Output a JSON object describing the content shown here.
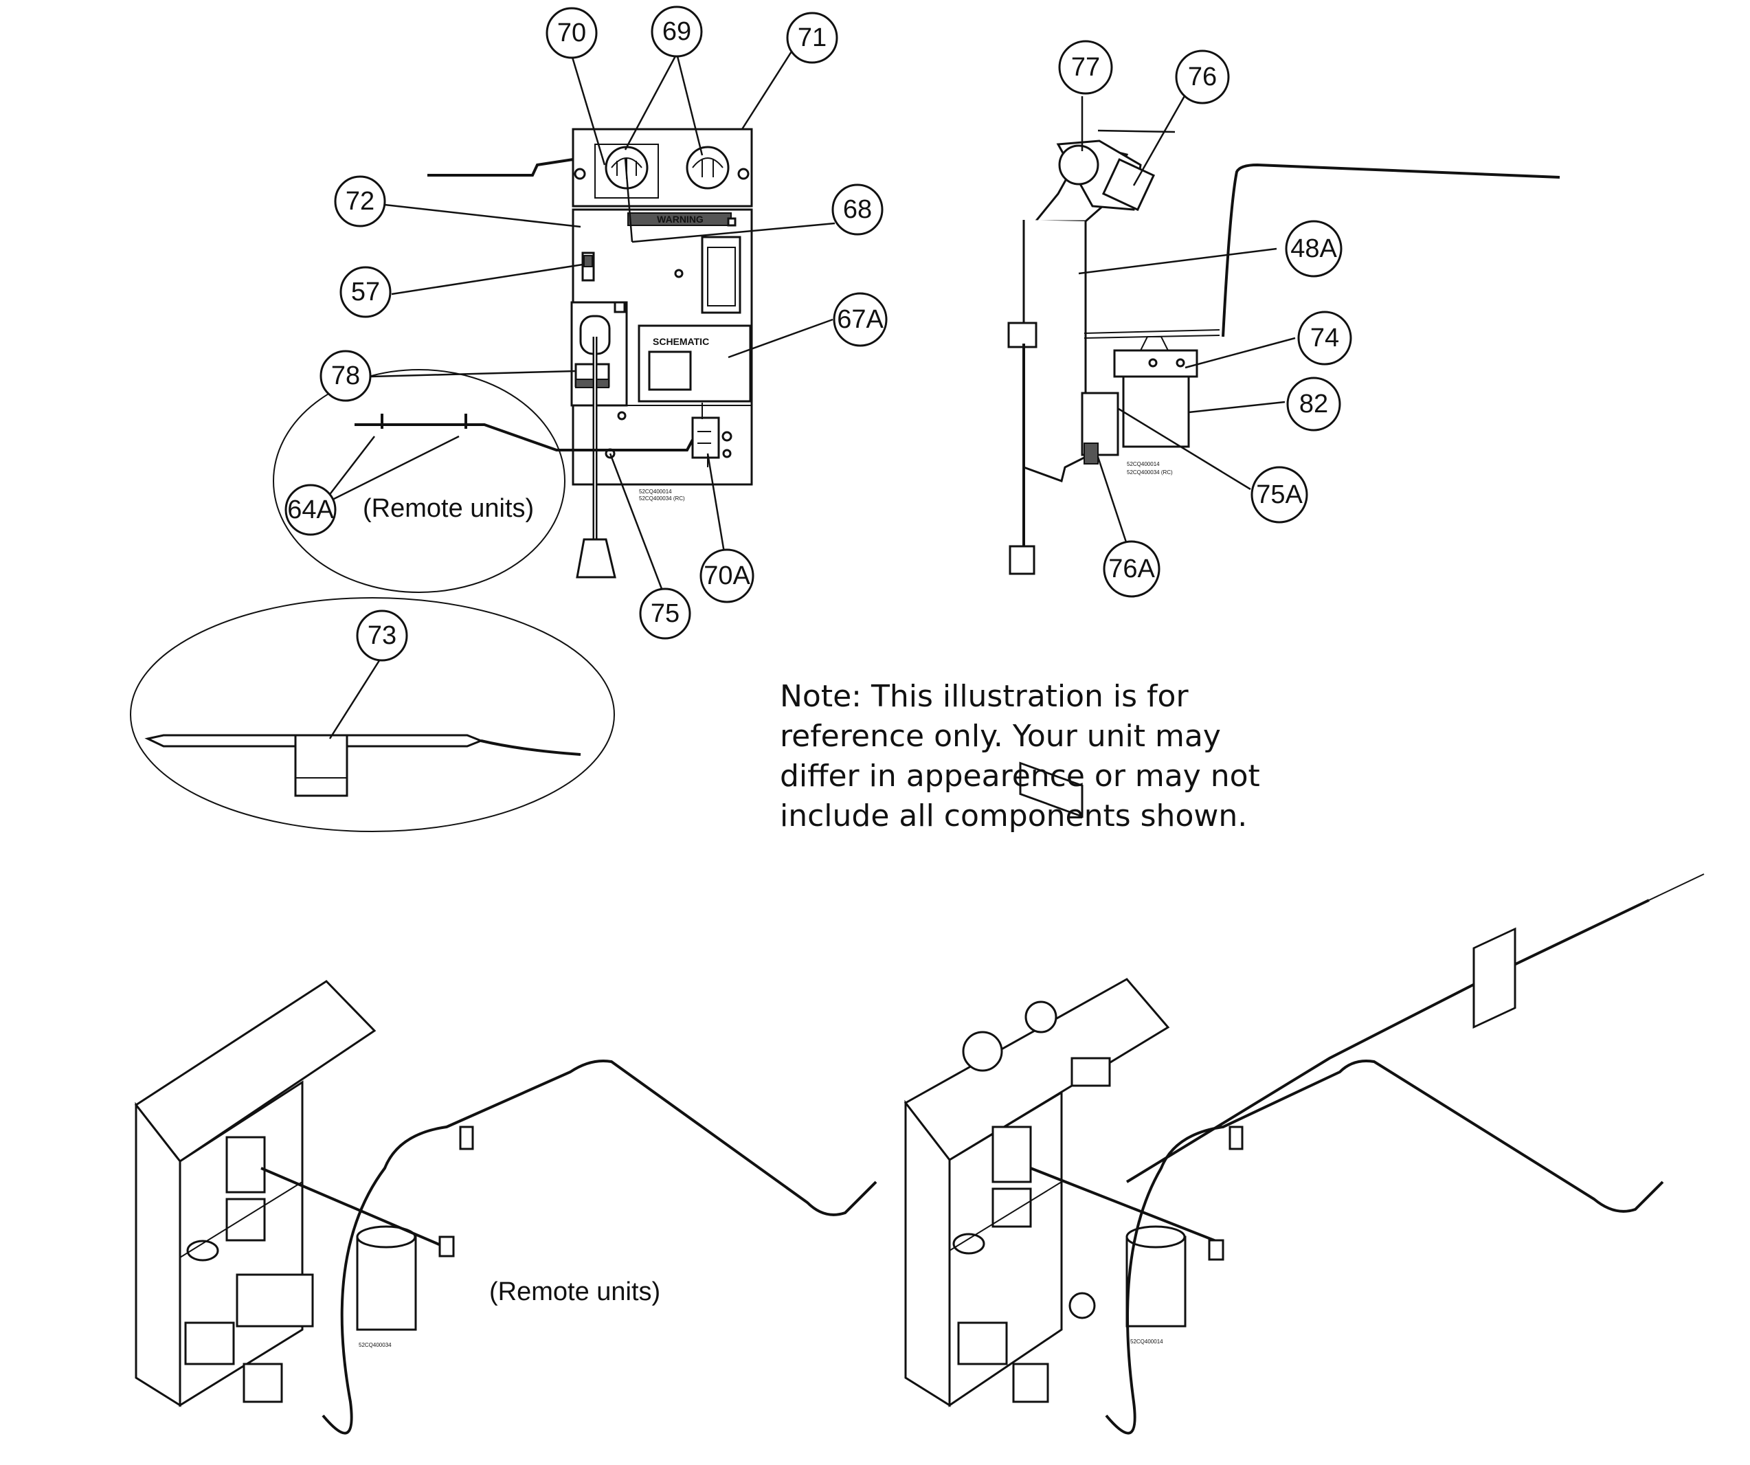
{
  "callouts": {
    "c70": "70",
    "c69": "69",
    "c71": "71",
    "c72": "72",
    "c68": "68",
    "c57": "57",
    "c67a": "67A",
    "c78": "78",
    "c64a": "64A",
    "c75": "75",
    "c70a": "70A",
    "c73": "73",
    "c77": "77",
    "c76": "76",
    "c48a": "48A",
    "c74": "74",
    "c82": "82",
    "c75a": "75A",
    "c76a": "76A"
  },
  "labels": {
    "remote_units_top": "(Remote units)",
    "remote_units_bottom": "(Remote units)",
    "warning": "WARNING",
    "schematic": "SCHEMATIC",
    "model_front_1": "52CQ400014",
    "model_front_2": "52CQ400034 (RC)",
    "model_side_1": "52CQ400014",
    "model_side_2": "52CQ400034 (RC)",
    "model_iso_left": "52CQ400034",
    "model_iso_right": "52CQ400014"
  },
  "note": {
    "line1": "Note: This illustration is for",
    "line2": "reference only. Your unit may",
    "line3": "differ in appearence or may not",
    "line4": "include all components shown."
  }
}
